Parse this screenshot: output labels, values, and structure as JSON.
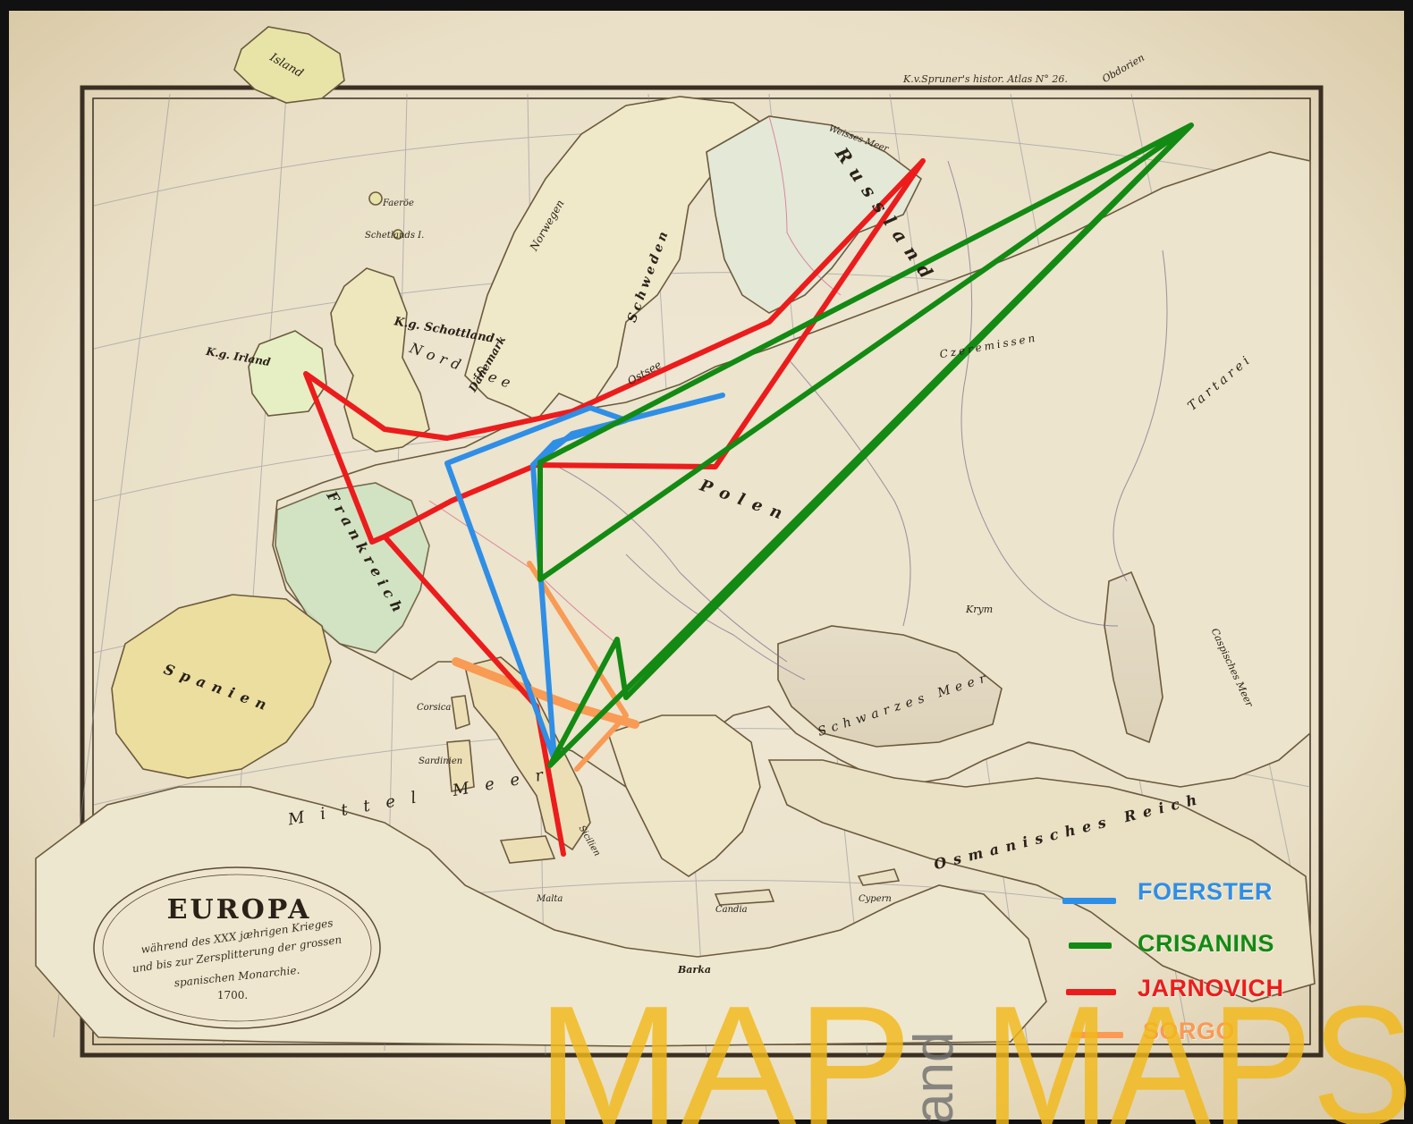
{
  "map": {
    "plate_label": "K.v.Spruner's histor. Atlas N° 26.",
    "cartouche": {
      "title": "EUROPA",
      "lines": [
        "während des XXX jæhrigen Krieges",
        "und bis zur Zersplitterung der grossen",
        "spanischen Monarchie.",
        "1700."
      ]
    },
    "place_labels": [
      "Island",
      "Faeröe",
      "Schetlands I.",
      "K.g. Schottland",
      "K.g. Irland",
      "Nord See",
      "Dänemark",
      "Norwegen",
      "Schweden",
      "Russland",
      "Weisses Meer",
      "Ostsee",
      "Polen",
      "Frankreich",
      "Spanien",
      "Mittel Meer",
      "Corsica",
      "Sardinien",
      "Sicilien",
      "Malta",
      "Candia",
      "Cypern",
      "Barka",
      "Schwarzes Meer",
      "Krym",
      "Osmanisches Reich",
      "Caspisches Meer",
      "Obdorien",
      "Czeremissen",
      "Tartarei"
    ]
  },
  "routes": [
    {
      "name": "FOERSTER",
      "color": "#2f8ee6"
    },
    {
      "name": "CRISANINS",
      "color": "#138a13"
    },
    {
      "name": "JARNOVICH",
      "color": "#ec1c1c"
    },
    {
      "name": "SORGO",
      "color": "#f99a55"
    }
  ],
  "watermark": {
    "left": "MAP",
    "middle": "and",
    "right": "MAPS",
    "color": "#f2b81a"
  }
}
